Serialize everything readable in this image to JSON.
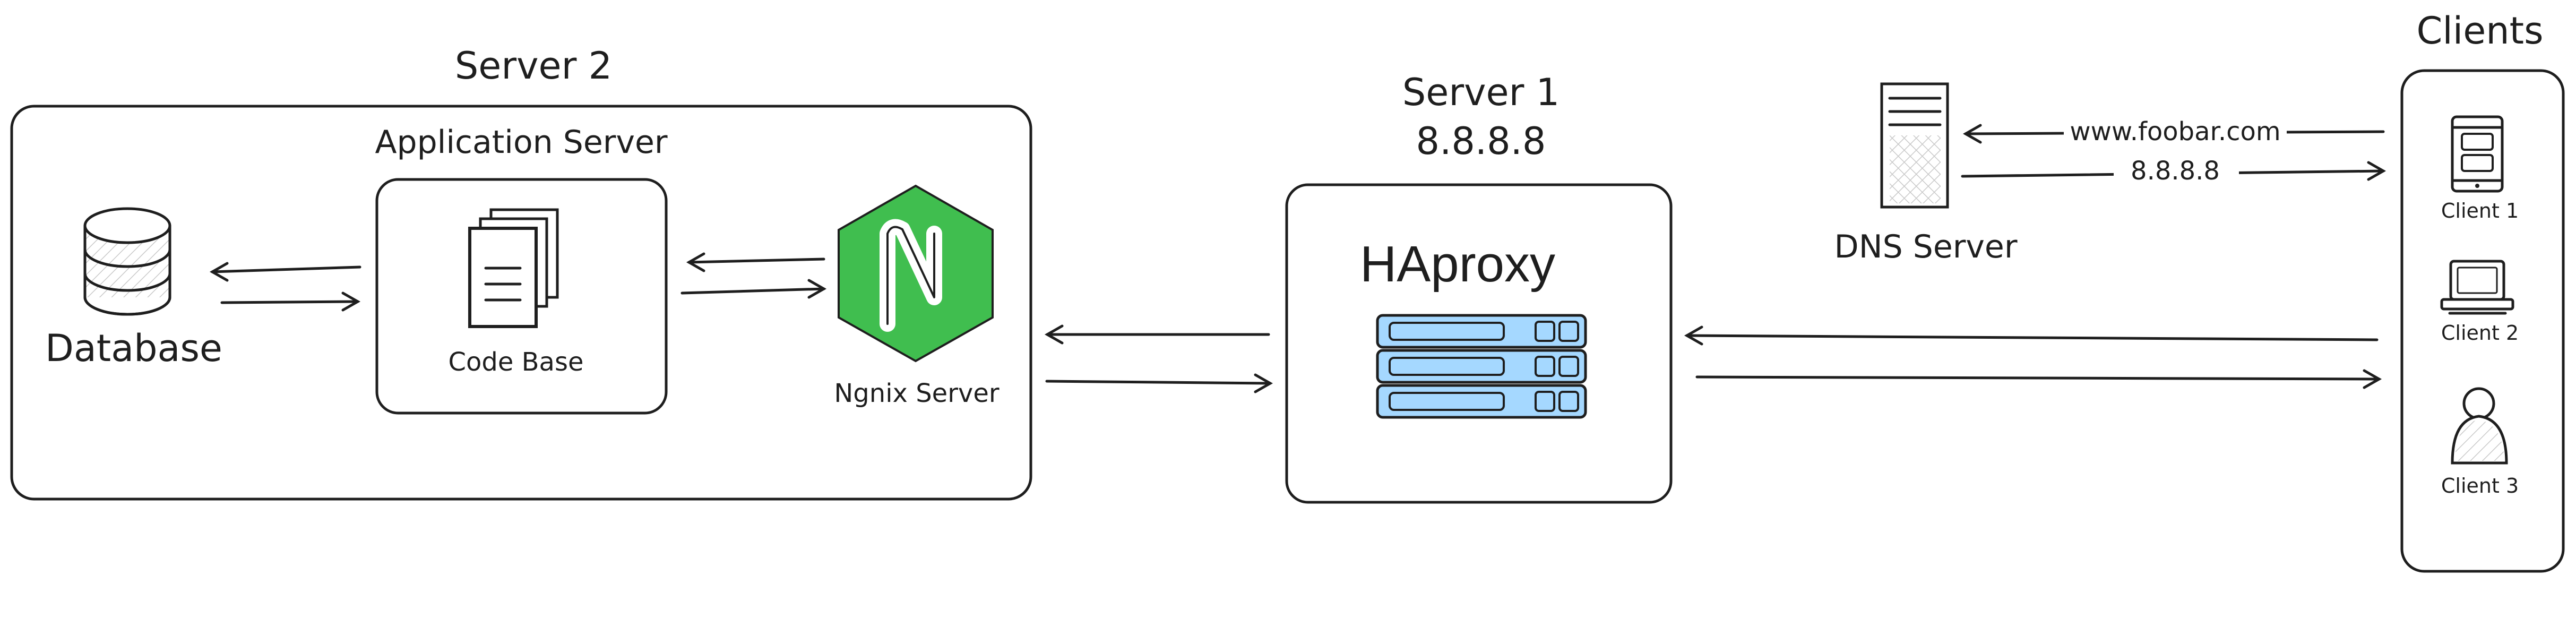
{
  "server2": {
    "title": "Server 2",
    "app_server_label": "Application Server",
    "database_label": "Database",
    "code_base_label": "Code Base",
    "nginx_label": "Ngnix Server"
  },
  "server1": {
    "title": "Server 1",
    "ip": "8.8.8.8",
    "haproxy_label": "HAproxy"
  },
  "dns": {
    "label": "DNS Server",
    "query_label": "www.foobar.com",
    "response_label": "8.8.8.8"
  },
  "clients": {
    "title": "Clients",
    "items": [
      {
        "label": "Client 1",
        "icon": "mobile-phone-icon"
      },
      {
        "label": "Client 2",
        "icon": "laptop-icon"
      },
      {
        "label": "Client 3",
        "icon": "user-icon"
      }
    ]
  },
  "colors": {
    "nginx_green": "#40be4f",
    "haproxy_blue": "#a5d8ff",
    "ink": "#1e1e1e"
  }
}
